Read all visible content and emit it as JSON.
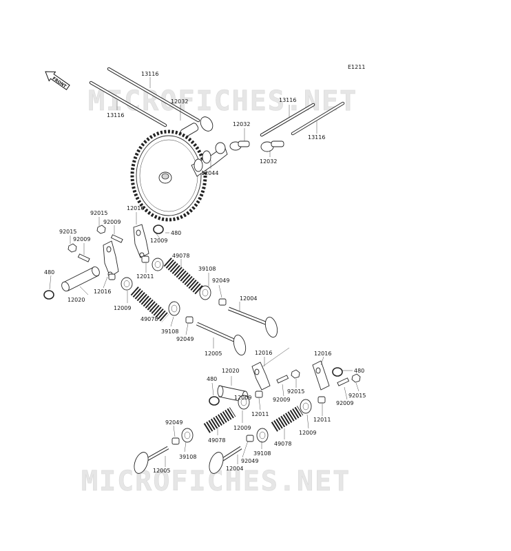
{
  "diagram": {
    "reference": "E1211",
    "front_badge": "FRONT",
    "watermark": "MICROFICHES.NET"
  },
  "labels": [
    {
      "id": "pushrod-a",
      "text": "13116"
    },
    {
      "id": "pushrod-b",
      "text": "13116"
    },
    {
      "id": "pushrod-c",
      "text": "13116"
    },
    {
      "id": "pushrod-d",
      "text": "13116"
    },
    {
      "id": "tappet-a",
      "text": "12032"
    },
    {
      "id": "tappet-b",
      "text": "12032"
    },
    {
      "id": "tappet-c",
      "text": "12032"
    },
    {
      "id": "camshaft",
      "text": "12044"
    },
    {
      "id": "nut-a",
      "text": "92015"
    },
    {
      "id": "nut-b",
      "text": "92015"
    },
    {
      "id": "nut-c",
      "text": "92015"
    },
    {
      "id": "nut-d",
      "text": "92015"
    },
    {
      "id": "screw-a",
      "text": "92009"
    },
    {
      "id": "screw-b",
      "text": "92009"
    },
    {
      "id": "screw-c",
      "text": "92009"
    },
    {
      "id": "screw-d",
      "text": "92009"
    },
    {
      "id": "rocker-a",
      "text": "12016"
    },
    {
      "id": "rocker-b",
      "text": "12016"
    },
    {
      "id": "rocker-c",
      "text": "12016"
    },
    {
      "id": "rocker-d",
      "text": "12016"
    },
    {
      "id": "circlip-a",
      "text": "480"
    },
    {
      "id": "circlip-b",
      "text": "480"
    },
    {
      "id": "circlip-c",
      "text": "480"
    },
    {
      "id": "circlip-d",
      "text": "480"
    },
    {
      "id": "washer-a",
      "text": "12009"
    },
    {
      "id": "washer-b",
      "text": "12009"
    },
    {
      "id": "washer-c",
      "text": "12009"
    },
    {
      "id": "washer-d",
      "text": "12009"
    },
    {
      "id": "washer-e",
      "text": "12009"
    },
    {
      "id": "collar-a",
      "text": "12011"
    },
    {
      "id": "collar-b",
      "text": "12011"
    },
    {
      "id": "collar-c",
      "text": "12011"
    },
    {
      "id": "spring-a",
      "text": "49078"
    },
    {
      "id": "spring-b",
      "text": "49078"
    },
    {
      "id": "spring-c",
      "text": "49078"
    },
    {
      "id": "spring-d",
      "text": "49078"
    },
    {
      "id": "retainer-a",
      "text": "39108"
    },
    {
      "id": "retainer-b",
      "text": "39108"
    },
    {
      "id": "retainer-c",
      "text": "39108"
    },
    {
      "id": "retainer-d",
      "text": "39108"
    },
    {
      "id": "cotter-a",
      "text": "92049"
    },
    {
      "id": "cotter-b",
      "text": "92049"
    },
    {
      "id": "cotter-c",
      "text": "92049"
    },
    {
      "id": "cotter-d",
      "text": "92049"
    },
    {
      "id": "shaft-a",
      "text": "12020"
    },
    {
      "id": "shaft-b",
      "text": "12020"
    },
    {
      "id": "exhaust-valve-a",
      "text": "12004"
    },
    {
      "id": "exhaust-valve-b",
      "text": "12004"
    },
    {
      "id": "intake-valve-a",
      "text": "12005"
    },
    {
      "id": "intake-valve-b",
      "text": "12005"
    }
  ]
}
